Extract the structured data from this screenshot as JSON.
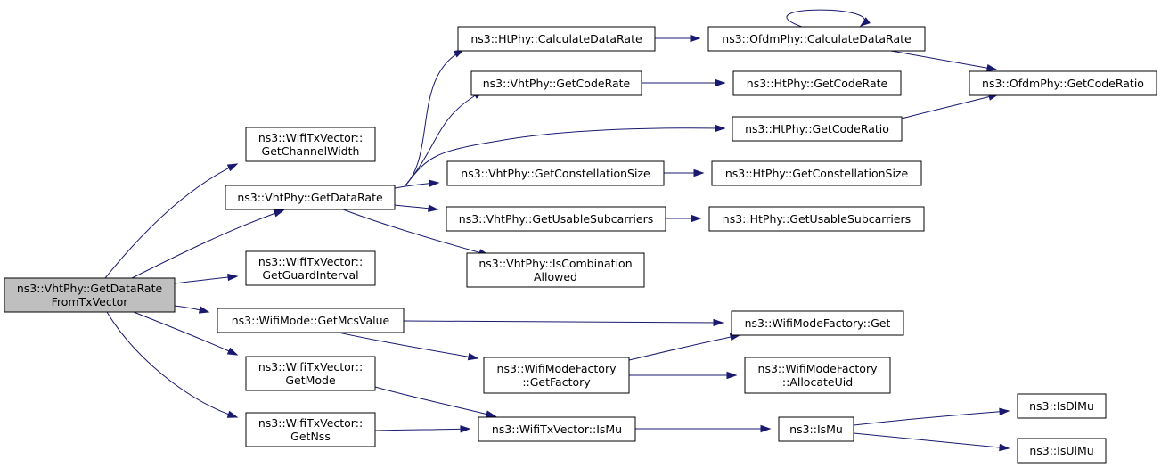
{
  "nodes": [
    {
      "id": "root",
      "lines": [
        "ns3::VhtPhy::GetDataRate",
        "FromTxVector"
      ],
      "highlight": true
    },
    {
      "id": "getChannelWidth",
      "lines": [
        "ns3::WifiTxVector::",
        "GetChannelWidth"
      ]
    },
    {
      "id": "vhtGetDataRate",
      "lines": [
        "ns3::VhtPhy::GetDataRate"
      ]
    },
    {
      "id": "getGuardInterval",
      "lines": [
        "ns3::WifiTxVector::",
        "GetGuardInterval"
      ]
    },
    {
      "id": "getMcsValue",
      "lines": [
        "ns3::WifiMode::GetMcsValue"
      ]
    },
    {
      "id": "getMode",
      "lines": [
        "ns3::WifiTxVector::",
        "GetMode"
      ]
    },
    {
      "id": "getNss",
      "lines": [
        "ns3::WifiTxVector::",
        "GetNss"
      ]
    },
    {
      "id": "htCalculateDataRate",
      "lines": [
        "ns3::HtPhy::CalculateDataRate"
      ]
    },
    {
      "id": "vhtGetCodeRate",
      "lines": [
        "ns3::VhtPhy::GetCodeRate"
      ]
    },
    {
      "id": "vhtGetConstellationSize",
      "lines": [
        "ns3::VhtPhy::GetConstellationSize"
      ]
    },
    {
      "id": "vhtGetUsableSubcarriers",
      "lines": [
        "ns3::VhtPhy::GetUsableSubcarriers"
      ]
    },
    {
      "id": "vhtIsCombinationAllowed",
      "lines": [
        "ns3::VhtPhy::IsCombination",
        "Allowed"
      ]
    },
    {
      "id": "ofdmCalculateDataRate",
      "lines": [
        "ns3::OfdmPhy::CalculateDataRate"
      ]
    },
    {
      "id": "htGetCodeRate",
      "lines": [
        "ns3::HtPhy::GetCodeRate"
      ]
    },
    {
      "id": "htGetCodeRatio",
      "lines": [
        "ns3::HtPhy::GetCodeRatio"
      ]
    },
    {
      "id": "ofdmGetCodeRatio",
      "lines": [
        "ns3::OfdmPhy::GetCodeRatio"
      ]
    },
    {
      "id": "htGetConstellationSize",
      "lines": [
        "ns3::HtPhy::GetConstellationSize"
      ]
    },
    {
      "id": "htGetUsableSubcarriers",
      "lines": [
        "ns3::HtPhy::GetUsableSubcarriers"
      ]
    },
    {
      "id": "wmfGet",
      "lines": [
        "ns3::WifiModeFactory::Get"
      ]
    },
    {
      "id": "wmfGetFactory",
      "lines": [
        "ns3::WifiModeFactory",
        "::GetFactory"
      ]
    },
    {
      "id": "wmfAllocateUid",
      "lines": [
        "ns3::WifiModeFactory",
        "::AllocateUid"
      ]
    },
    {
      "id": "isMuTx",
      "lines": [
        "ns3::WifiTxVector::IsMu"
      ]
    },
    {
      "id": "isMu",
      "lines": [
        "ns3::IsMu"
      ]
    },
    {
      "id": "isDlMu",
      "lines": [
        "ns3::IsDlMu"
      ]
    },
    {
      "id": "isUlMu",
      "lines": [
        "ns3::IsUlMu"
      ]
    }
  ],
  "edges": [
    {
      "from": "root",
      "to": "getChannelWidth"
    },
    {
      "from": "root",
      "to": "vhtGetDataRate"
    },
    {
      "from": "root",
      "to": "getGuardInterval"
    },
    {
      "from": "root",
      "to": "getMcsValue"
    },
    {
      "from": "root",
      "to": "getMode"
    },
    {
      "from": "root",
      "to": "getNss"
    },
    {
      "from": "vhtGetDataRate",
      "to": "htCalculateDataRate"
    },
    {
      "from": "vhtGetDataRate",
      "to": "vhtGetCodeRate"
    },
    {
      "from": "vhtGetDataRate",
      "to": "htGetCodeRatio"
    },
    {
      "from": "vhtGetDataRate",
      "to": "vhtGetConstellationSize"
    },
    {
      "from": "vhtGetDataRate",
      "to": "vhtGetUsableSubcarriers"
    },
    {
      "from": "vhtGetDataRate",
      "to": "vhtIsCombinationAllowed"
    },
    {
      "from": "htCalculateDataRate",
      "to": "ofdmCalculateDataRate"
    },
    {
      "from": "ofdmCalculateDataRate",
      "to": "ofdmCalculateDataRate"
    },
    {
      "from": "ofdmCalculateDataRate",
      "to": "ofdmGetCodeRatio"
    },
    {
      "from": "vhtGetCodeRate",
      "to": "htGetCodeRate"
    },
    {
      "from": "htGetCodeRatio",
      "to": "ofdmGetCodeRatio"
    },
    {
      "from": "vhtGetConstellationSize",
      "to": "htGetConstellationSize"
    },
    {
      "from": "vhtGetUsableSubcarriers",
      "to": "htGetUsableSubcarriers"
    },
    {
      "from": "getMcsValue",
      "to": "wmfGet"
    },
    {
      "from": "getMcsValue",
      "to": "wmfGetFactory"
    },
    {
      "from": "wmfGetFactory",
      "to": "wmfGet"
    },
    {
      "from": "wmfGetFactory",
      "to": "wmfAllocateUid"
    },
    {
      "from": "getMode",
      "to": "isMuTx"
    },
    {
      "from": "getNss",
      "to": "isMuTx"
    },
    {
      "from": "isMuTx",
      "to": "isMu"
    },
    {
      "from": "isMu",
      "to": "isDlMu"
    },
    {
      "from": "isMu",
      "to": "isUlMu"
    }
  ],
  "colors": {
    "edge": "#191970",
    "root_fill": "#bfbfbf",
    "node_fill": "#ffffff",
    "node_stroke": "#000000"
  }
}
